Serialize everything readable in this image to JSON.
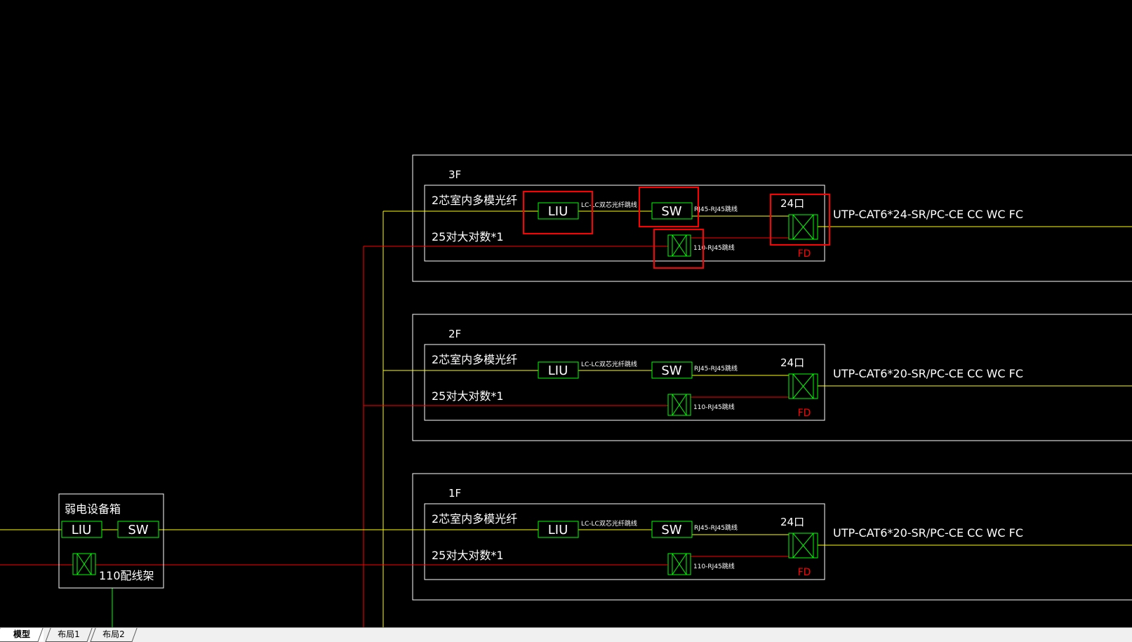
{
  "colors": {
    "frame": "#ffffff",
    "fiber": "#ffff00",
    "copper": "#ff0000",
    "device": "#00ff00",
    "highlight": "#ff0000",
    "fd": "#ff0000"
  },
  "floors": [
    {
      "name": "3F",
      "fiber_label": "2芯室内多模光纤",
      "pair_label": "25对大对数*1",
      "liu": "LIU",
      "sw": "SW",
      "liu_sw_cable": "LC-LC双芯光纤跳线",
      "sw_fd_cable": "RJ45-RJ45跳线",
      "patch_cable": "110-RJ45跳线",
      "ports": "24口",
      "fd": "FD",
      "utp": "UTP-CAT6*24-SR/PC-CE CC WC FC"
    },
    {
      "name": "2F",
      "fiber_label": "2芯室内多模光纤",
      "pair_label": "25对大对数*1",
      "liu": "LIU",
      "sw": "SW",
      "liu_sw_cable": "LC-LC双芯光纤跳线",
      "sw_fd_cable": "RJ45-RJ45跳线",
      "patch_cable": "110-RJ45跳线",
      "ports": "24口",
      "fd": "FD",
      "utp": "UTP-CAT6*20-SR/PC-CE CC WC FC"
    },
    {
      "name": "1F",
      "fiber_label": "2芯室内多模光纤",
      "pair_label": "25对大对数*1",
      "liu": "LIU",
      "sw": "SW",
      "liu_sw_cable": "LC-LC双芯光纤跳线",
      "sw_fd_cable": "RJ45-RJ45跳线",
      "patch_cable": "110-RJ45跳线",
      "ports": "24口",
      "fd": "FD",
      "utp": "UTP-CAT6*20-SR/PC-CE CC WC FC"
    }
  ],
  "main_box": {
    "title": "弱电设备箱",
    "liu": "LIU",
    "sw": "SW",
    "frame_label": "110配线架"
  },
  "tabs": [
    {
      "label": "模型",
      "active": true
    },
    {
      "label": "布局1",
      "active": false
    },
    {
      "label": "布局2",
      "active": false
    }
  ]
}
